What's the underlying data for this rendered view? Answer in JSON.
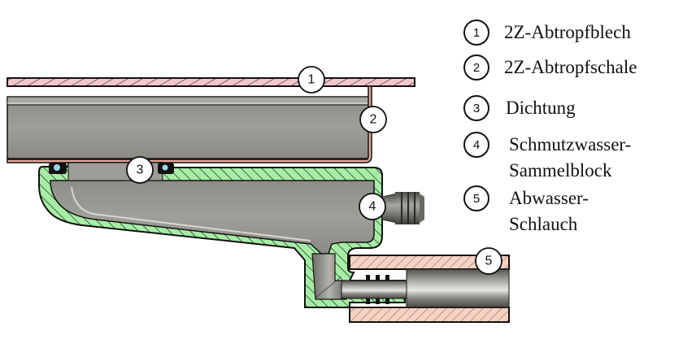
{
  "figure": {
    "description": "Cross-section of drip tray assembly",
    "callouts": [
      {
        "number": "1",
        "part": "2Z-Abtropfblech"
      },
      {
        "number": "2",
        "part": "2Z-Abtropfschale"
      },
      {
        "number": "3",
        "part": "Dichtung"
      },
      {
        "number": "4",
        "part": "Schmutzwasser-\nSammelblock"
      },
      {
        "number": "5",
        "part": "Abwasser-\nSchlauch"
      }
    ]
  },
  "legend": {
    "items": [
      {
        "number": "1",
        "label": "2Z-Abtropfblech"
      },
      {
        "number": "2",
        "label": "2Z-Abtropfschale"
      },
      {
        "number": "3",
        "label": "Dichtung"
      },
      {
        "number": "4",
        "label": "Schmutzwasser-\nSammelblock"
      },
      {
        "number": "5",
        "label": "Abwasser-\nSchlauch"
      }
    ]
  },
  "colors": {
    "sheet_pink": "#f4c6cc",
    "tray_salmon": "#e8a89a",
    "collector_green": "#a6eea6",
    "hose_peach": "#f6d2c2",
    "metal_gray": "#9a9892",
    "outline": "#111111"
  }
}
